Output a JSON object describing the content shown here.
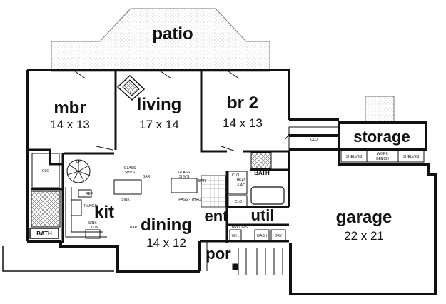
{
  "rooms": {
    "patio": "patio",
    "mbr": "mbr",
    "mbr_size": "14 x 13",
    "living": "living",
    "living_size": "17 x 14",
    "br2": "br 2",
    "br2_size": "14 x 13",
    "storage": "storage",
    "garage": "garage",
    "garage_size": "22 x 21",
    "kit": "kit",
    "dining": "dining",
    "dining_size": "14 x 12",
    "ent": "ent",
    "util": "util",
    "por": "por",
    "bath_mbr": "BATH",
    "bath_br2": "BATH"
  },
  "labels": {
    "clo_mbr": "CLO",
    "clo_hall": "CLO",
    "clo_storage": "CLO",
    "clo_util": "CLO",
    "shelves_left": "SHELVES",
    "work_bench_1": "WORK",
    "work_bench_2": "BENCH",
    "shelves_right": "SHELVES",
    "glass_shvs_1a": "GLASS",
    "glass_shvs_1b": "SHV'S",
    "bar_1": "BAR",
    "glass_shvs_2a": "GLASS",
    "glass_shvs_2b": "SHV'S",
    "bar_2": "BAR",
    "pass_thru": "PASS - THRU",
    "sink_bar": "SINK",
    "ref": "REF",
    "range": "RANGE",
    "sink_kit": "SINK",
    "dw": "D.W.",
    "bar_kit": "BAR",
    "heat_ac_1": "HEAT",
    "heat_ac_2": "& AC",
    "brooms": "BROOMS",
    "wh": "W.H.",
    "wash": "WASH",
    "dry": "DRY",
    "up": "UP"
  }
}
